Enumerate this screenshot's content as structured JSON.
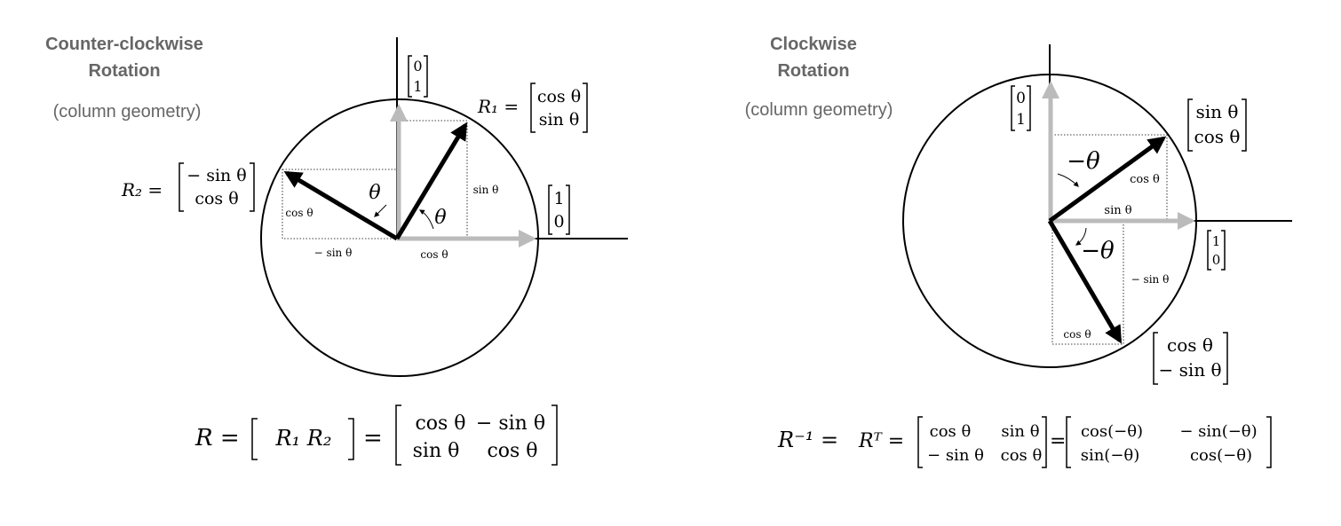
{
  "colors": {
    "heading": "#666666",
    "basis_arrow": "#bbbbbb",
    "vector": "#000000"
  },
  "left_panel": {
    "title_line1": "Counter-clockwise",
    "title_line2": "Rotation",
    "subtitle": "(column geometry)",
    "basis_e1": {
      "top": "1",
      "bottom": "0"
    },
    "basis_e2": {
      "top": "0",
      "bottom": "1"
    },
    "r1": {
      "label": "R₁ =",
      "top": "cos θ",
      "bottom": "sin θ"
    },
    "r2": {
      "label": "R₂ =",
      "top": "− sin θ",
      "bottom": "cos θ"
    },
    "angle_label_1": "θ",
    "angle_label_2": "θ",
    "component_sin": "sin θ",
    "component_cos_bottom": "cos θ",
    "component_cos_left": "cos θ",
    "component_neg_sin": "− sin θ",
    "formula": {
      "lhs": "R =",
      "cols": "R₁  R₂",
      "eq": "=",
      "m11": "cos θ",
      "m12": "− sin θ",
      "m21": "sin θ",
      "m22": "cos θ"
    }
  },
  "right_panel": {
    "title_line1": "Clockwise",
    "title_line2": "Rotation",
    "subtitle": "(column geometry)",
    "basis_e1": {
      "top": "1",
      "bottom": "0"
    },
    "basis_e2": {
      "top": "0",
      "bottom": "1"
    },
    "v1": {
      "top": "sin θ",
      "bottom": "cos θ"
    },
    "v2": {
      "top": "cos θ",
      "bottom": "− sin θ"
    },
    "angle_label_1": "−θ",
    "angle_label_2": "−θ",
    "component_cos_upper": "cos θ",
    "component_sin_upper": "sin θ",
    "component_neg_sin": "− sin θ",
    "component_cos_lower": "cos θ",
    "formula": {
      "lhs": "R⁻¹ =",
      "rt": "Rᵀ =",
      "a11": "cos θ",
      "a12": "sin θ",
      "a21": "− sin θ",
      "a22": "cos θ",
      "eq": "=",
      "b11": "cos(−θ)",
      "b12": "− sin(−θ)",
      "b21": "sin(−θ)",
      "b22": "cos(−θ)"
    }
  }
}
